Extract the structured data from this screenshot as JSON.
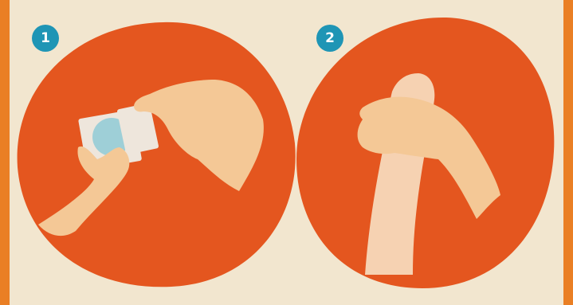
{
  "steps": [
    {
      "number": "1"
    },
    {
      "number": "2"
    }
  ],
  "colors": {
    "background": "#f2e6cf",
    "border": "#ea7f24",
    "circle": "#e4561f",
    "skin": "#f4c896",
    "packet": "#eee6dc",
    "condom": "#9ecfd7",
    "badge": "#1f95b5",
    "badge_text": "#ffffff"
  },
  "icons": [
    "hand-opening-packet-illustration",
    "hand-holding-condom-illustration"
  ]
}
